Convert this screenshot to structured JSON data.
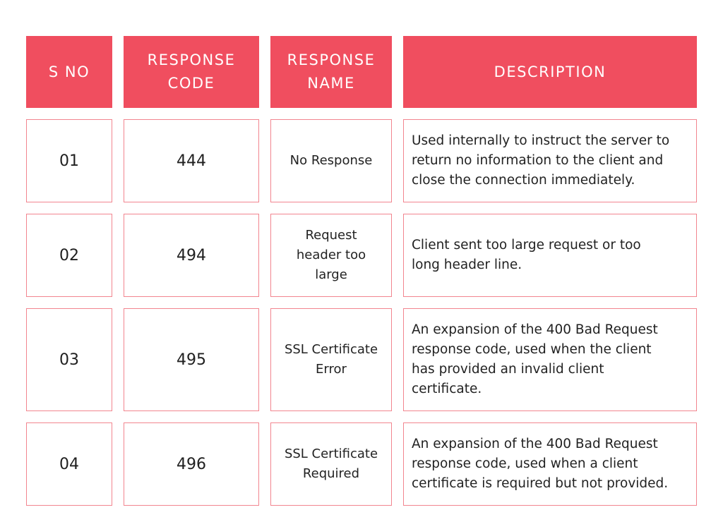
{
  "colors": {
    "header_background": "#f04e5f",
    "header_text": "#ffffff",
    "cell_border": "#f2858f"
  },
  "table": {
    "headers": {
      "s_no": "S NO",
      "response_code": "RESPONSE\nCODE",
      "response_name": "RESPONSE\nNAME",
      "description": "DESCRIPTION"
    },
    "rows": [
      {
        "s_no": "01",
        "code": "444",
        "name": "No Response",
        "description": "Used internally to instruct the server to\nreturn no information to the client and\nclose the connection immediately."
      },
      {
        "s_no": "02",
        "code": "494",
        "name": "Request\nheader too\nlarge",
        "description": "Client sent too large request or too\nlong header line."
      },
      {
        "s_no": "03",
        "code": "495",
        "name": "SSL Certificate\nError",
        "description": "An expansion of the 400 Bad Request\nresponse code, used when the client\nhas provided an invalid client\ncertificate."
      },
      {
        "s_no": "04",
        "code": "496",
        "name": "SSL Certificate\nRequired",
        "description": "An expansion of the 400 Bad Request\nresponse code, used when a client\ncertificate is required but not provided."
      }
    ]
  }
}
